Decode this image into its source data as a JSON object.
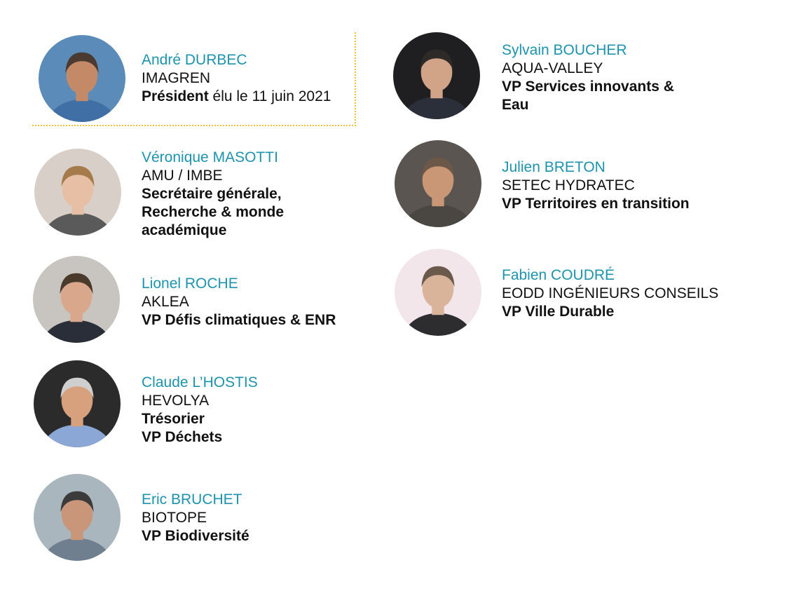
{
  "colors": {
    "name": "#1e93ad",
    "text": "#111111",
    "highlight_border": "#f1c232"
  },
  "members": [
    {
      "name": "André DURBEC",
      "org": "IMAGREN",
      "role_bold": "Président",
      "role_rest": " élu le 11 juin 2021",
      "photo_bg": "#5b8bb8",
      "skin": "#c48a68",
      "hair": "#4a3a30",
      "clothes": "#3f6fa5"
    },
    {
      "name": "Véronique MASOTTI",
      "org": "AMU / IMBE",
      "role_lines": [
        "Secrétaire générale,",
        "Recherche & monde",
        "académique"
      ],
      "photo_bg": "#d8d0c8",
      "skin": "#e6bfa5",
      "hair": "#a57b4c",
      "clothes": "#5a5a5a"
    },
    {
      "name": "Lionel ROCHE",
      "org": "AKLEA",
      "role_lines": [
        "VP Défis climatiques & ENR"
      ],
      "photo_bg": "#c8c4bf",
      "skin": "#d9a88c",
      "hair": "#4a3a2c",
      "clothes": "#2a2e38"
    },
    {
      "name": "Claude L’HOSTIS",
      "org": "HEVOLYA",
      "role_lines": [
        "Trésorier",
        "VP Déchets"
      ],
      "photo_bg": "#2b2b2b",
      "skin": "#d6a17c",
      "hair": "#cfcfcf",
      "clothes": "#8aa7d6"
    },
    {
      "name": "Eric BRUCHET",
      "org": "BIOTOPE",
      "role_lines": [
        "VP Biodiversité"
      ],
      "photo_bg": "#a9b6bd",
      "skin": "#c9967a",
      "hair": "#3b3b3b",
      "clothes": "#6f7f8f"
    },
    {
      "name": "Sylvain BOUCHER",
      "org": "AQUA-VALLEY",
      "role_lines": [
        "VP Services innovants &",
        "Eau"
      ],
      "photo_bg": "#1f1f22",
      "skin": "#d2a487",
      "hair": "#2e2a28",
      "clothes": "#2b2f3a"
    },
    {
      "name": "Julien BRETON",
      "org": "SETEC HYDRATEC",
      "role_lines": [
        "VP Territoires en transition"
      ],
      "photo_bg": "#5a5550",
      "skin": "#c99676",
      "hair": "#6b5848",
      "clothes": "#4a4642"
    },
    {
      "name": "Fabien COUDRÉ",
      "org": "EODD INGÉNIEURS CONSEILS",
      "role_lines": [
        "VP Ville Durable"
      ],
      "photo_bg": "#f2e6ea",
      "skin": "#d9b49b",
      "hair": "#6a5a4c",
      "clothes": "#2d2d30"
    }
  ]
}
